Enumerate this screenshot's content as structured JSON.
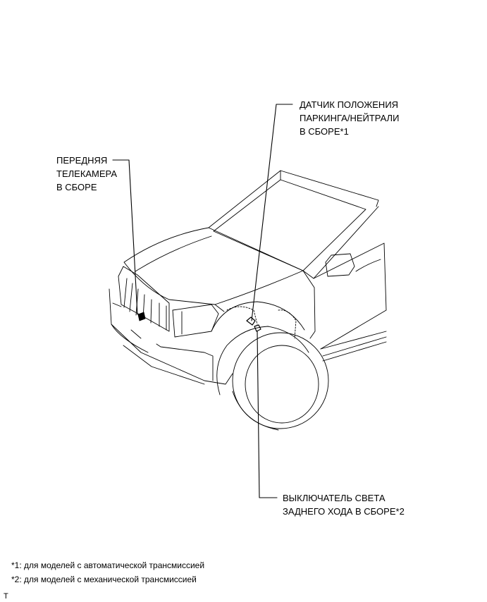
{
  "callouts": {
    "front_camera": {
      "lines": [
        "ПЕРЕДНЯЯ",
        "ТЕЛЕКАМЕРА",
        "В СБОРЕ"
      ]
    },
    "park_neutral_sensor": {
      "lines": [
        "ДАТЧИК ПОЛОЖЕНИЯ",
        "ПАРКИНГА/НЕЙТРАЛИ",
        "В СБОРЕ*1"
      ]
    },
    "backup_light_switch": {
      "lines": [
        "ВЫКЛЮЧАТЕЛЬ СВЕТА",
        "ЗАДНЕГО ХОДА В СБОРЕ*2"
      ]
    }
  },
  "footnotes": [
    "*1: для моделей с автоматической трансмиссией",
    "*2: для моделей с механической трансмиссией"
  ],
  "corner_mark": "T",
  "colors": {
    "line": "#000000",
    "background": "#ffffff"
  }
}
